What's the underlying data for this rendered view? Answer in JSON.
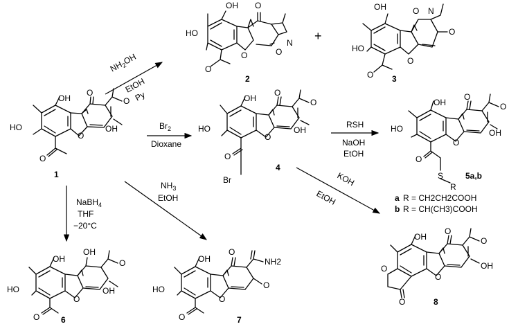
{
  "compounds": {
    "c1": "1",
    "c2": "2",
    "c3": "3",
    "c4": "4",
    "c5": "5a,b",
    "c6": "6",
    "c7": "7",
    "c8": "8"
  },
  "reagents": {
    "nh2oh_a": "NH",
    "nh2oh_sub": "2",
    "nh2oh_b": "OH",
    "etoh1": "EtOH",
    "py": "Py",
    "br2": "Br",
    "br2_sub": "2",
    "dioxane": "Dioxane",
    "rsh": "RSH",
    "naoh": "NaOH",
    "etoh2": "EtOH",
    "koh": "KOH",
    "etoh3": "EtOH",
    "nh3": "NH",
    "nh3_sub": "3",
    "etoh4": "EtOH",
    "nabh4_a": "NaBH",
    "nabh4_sub": "4",
    "thf": "THF",
    "temp": "−20°C"
  },
  "plus": "+",
  "r_groups": {
    "a_key": "a",
    "a_text": "R = CH2CH2COOH",
    "b_key": "b",
    "b_text": "R = CH(CH3)COOH"
  },
  "atoms": {
    "oh": "OH",
    "ho": "HO",
    "o": "O",
    "n": "N",
    "s": "S",
    "r": "R",
    "br": "Br",
    "nh2": "NH2"
  }
}
